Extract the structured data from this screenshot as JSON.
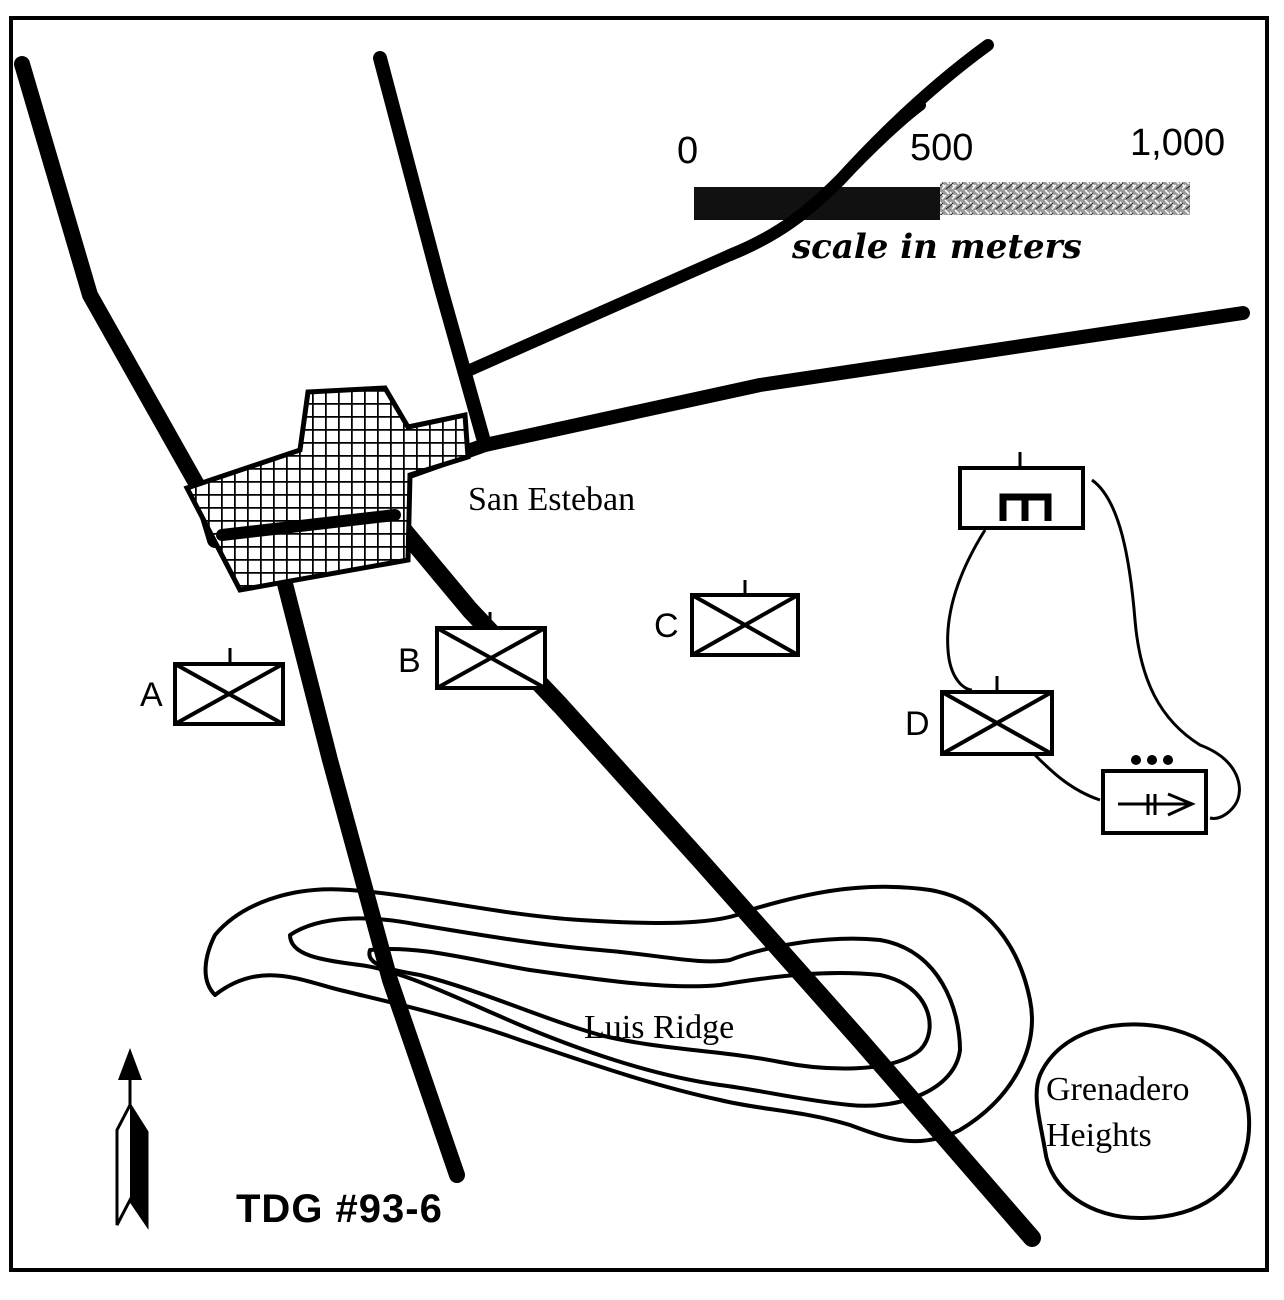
{
  "map": {
    "title": "TDG #93-6",
    "colors": {
      "ink": "#000000",
      "paper": "#ffffff",
      "scale_light": "#bdbdbd"
    },
    "scale_bar": {
      "ticks": [
        "0",
        "500",
        "1,000"
      ],
      "caption": "scale in meters",
      "unit": "meters",
      "max_value": 1000
    },
    "places": {
      "town": "San Esteban",
      "ridge": "Luis Ridge",
      "heights_line1": "Grenadero",
      "heights_line2": "Heights"
    },
    "units": [
      {
        "label": "A",
        "type": "infantry"
      },
      {
        "label": "B",
        "type": "infantry"
      },
      {
        "label": "C",
        "type": "infantry"
      },
      {
        "label": "D",
        "type": "infantry"
      },
      {
        "label": "",
        "type": "engineer"
      },
      {
        "label": "",
        "type": "antiarmor-platoon",
        "echelon": "•••"
      }
    ],
    "north_arrow": "north-arrow-icon"
  }
}
